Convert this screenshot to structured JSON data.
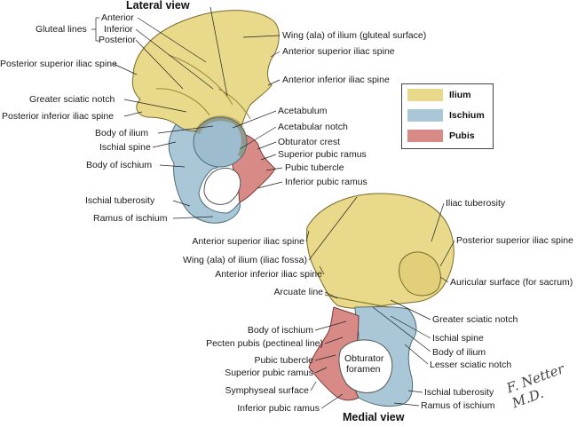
{
  "titles": {
    "lateral": "Lateral view",
    "medial": "Medial view"
  },
  "colors": {
    "ilium": "#e9d98a",
    "ischium": "#a9c7d6",
    "pubis": "#d88a86"
  },
  "legend": {
    "ilium": "Ilium",
    "ischium": "Ischium",
    "pubis": "Pubis"
  },
  "lateral_labels": {
    "gluteal_lines": "Gluteal lines",
    "anterior": "Anterior",
    "inferior": "Inferior",
    "posterior": "Posterior",
    "posterior_superior_iliac_spine": "Posterior superior iliac spine",
    "greater_sciatic_notch": "Greater sciatic notch",
    "posterior_inferior_iliac_spine": "Posterior inferior iliac spine",
    "body_of_ilium": "Body of ilium",
    "ischial_spine": "Ischial spine",
    "body_of_ischium": "Body of ischium",
    "ischial_tuberosity": "Ischial tuberosity",
    "ramus_of_ischium": "Ramus of ischium",
    "wing_gluteal": "Wing (ala) of ilium (gluteal surface)",
    "anterior_superior_iliac_spine": "Anterior superior iliac spine",
    "anterior_inferior_iliac_spine": "Anterior inferior iliac spine",
    "acetabulum": "Acetabulum",
    "acetabular_notch": "Acetabular notch",
    "obturator_crest": "Obturator crest",
    "superior_pubic_ramus": "Superior pubic ramus",
    "pubic_tubercle": "Pubic tubercle",
    "inferior_pubic_ramus": "Inferior pubic ramus"
  },
  "medial_labels": {
    "iliac_tuberosity": "Iliac tuberosity",
    "posterior_superior_iliac_spine": "Posterior superior iliac spine",
    "auricular_surface": "Auricular surface (for sacrum)",
    "greater_sciatic_notch": "Greater sciatic notch",
    "ischial_spine": "Ischial spine",
    "body_of_ilium": "Body of ilium",
    "lesser_sciatic_notch": "Lesser sciatic notch",
    "ischial_tuberosity": "Ischial tuberosity",
    "ramus_of_ischium": "Ramus of ischium",
    "anterior_superior_iliac_spine": "Anterior superior iliac spine",
    "wing_iliac_fossa": "Wing (ala) of ilium (iliac fossa)",
    "anterior_inferior_iliac_spine": "Anterior inferior iliac spine",
    "arcuate_line": "Arcuate line",
    "body_of_ischium": "Body of ischium",
    "pecten_pubis": "Pecten pubis (pectineal line)",
    "pubic_tubercle": "Pubic tubercle",
    "superior_pubic_ramus": "Superior pubic ramus",
    "symphyseal_surface": "Symphyseal surface",
    "inferior_pubic_ramus": "Inferior pubic ramus",
    "obturator": "Obturator",
    "foramen": "foramen"
  },
  "signature": "F. Netter M.D."
}
